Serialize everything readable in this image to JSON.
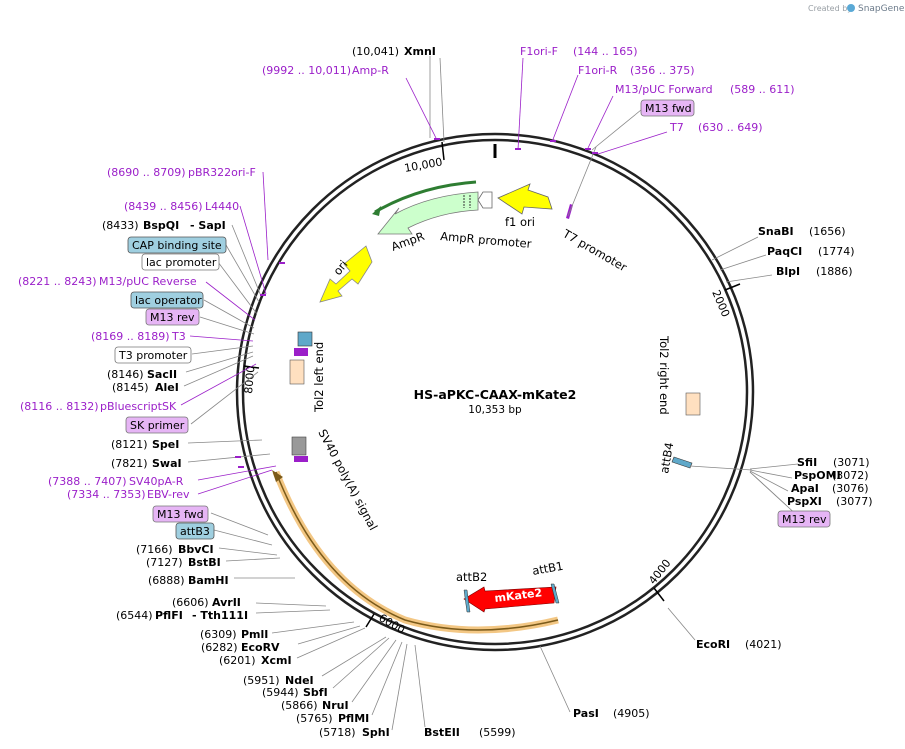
{
  "app": {
    "credit_prefix": "Created by",
    "credit_brand": "SnapGene"
  },
  "plasmid": {
    "name": "HS-aPKC-CAAX-mKate2",
    "size": "10,353 bp"
  },
  "ticks": [
    "10,000",
    "2000",
    "4000",
    "6000",
    "8000"
  ],
  "features": {
    "f1_ori": "f1 ori",
    "ampr_promoter": "AmpR promoter",
    "ampr": "AmpR",
    "ori": "ori",
    "t7_promoter": "T7 promoter",
    "tol2_left": "Tol2 left end",
    "tol2_right": "Tol2 right end",
    "attb4": "attB4",
    "sv40": "SV40 poly(A) signal",
    "attb2": "attB2",
    "attb1": "attB1",
    "mkate2": "mKate2"
  },
  "labels": {
    "xmni_pos": "(10,041)",
    "xmni": "XmnI",
    "ampr_r_pos": "(9992 .. 10,011)",
    "ampr_r": "Amp-R",
    "f1ori_f": "F1ori-F",
    "f1ori_f_pos": "(144 .. 165)",
    "f1ori_r": "F1ori-R",
    "f1ori_r_pos": "(356 .. 375)",
    "m13puc_f": "M13/pUC Forward",
    "m13puc_f_pos": "(589 .. 611)",
    "m13fwd_top": "M13 fwd",
    "t7": "T7",
    "t7_pos": "(630 .. 649)",
    "snabi": "SnaBI",
    "snabi_pos": "(1656)",
    "paqci": "PaqCI",
    "paqci_pos": "(1774)",
    "blpi": "BlpI",
    "blpi_pos": "(1886)",
    "sfii": "SfiI",
    "sfii_pos": "(3071)",
    "pspomi": "PspOMI",
    "pspomi_pos": "(3072)",
    "apai": "ApaI",
    "apai_pos": "(3076)",
    "pspxi": "PspXI",
    "pspxi_pos": "(3077)",
    "m13rev_right": "M13 rev",
    "ecori": "EcoRI",
    "ecori_pos": "(4021)",
    "pasi": "PasI",
    "pasi_pos": "(4905)",
    "bsteii": "BstEII",
    "bsteii_pos": "(5599)",
    "sphi": "SphI",
    "sphi_pos": "(5718)",
    "pflmi": "PflMI",
    "pflmi_pos": "(5765)",
    "nrui": "NruI",
    "nrui_pos": "(5866)",
    "sbfi": "SbfI",
    "sbfi_pos": "(5944)",
    "ndei": "NdeI",
    "ndei_pos": "(5951)",
    "xcmi": "XcmI",
    "xcmi_pos": "(6201)",
    "ecorv": "EcoRV",
    "ecorv_pos": "(6282)",
    "pmli": "PmlI",
    "pmli_pos": "(6309)",
    "pflfi": "PflFI",
    "pflfi_pos": "(6544)",
    "tth111i": "- Tth111I",
    "avrii": "AvrII",
    "avrii_pos": "(6606)",
    "bamhi": "BamHI",
    "bamhi_pos": "(6888)",
    "bstbi": "BstBI",
    "bstbi_pos": "(7127)",
    "bbvci": "BbvCI",
    "bbvci_pos": "(7166)",
    "attb3": "attB3",
    "m13fwd_left": "M13 fwd",
    "ebv_rev": "EBV-rev",
    "ebv_rev_pos": "(7334 .. 7353)",
    "sv40pa_r": "SV40pA-R",
    "sv40pa_r_pos": "(7388 .. 7407)",
    "swai": "SwaI",
    "swai_pos": "(7821)",
    "spei": "SpeI",
    "spei_pos": "(8121)",
    "sk_primer": "SK primer",
    "pbluescript": "pBluescriptSK",
    "pbluescript_pos": "(8116 .. 8132)",
    "alei": "AleI",
    "alei_pos": "(8145)",
    "sacii": "SacII",
    "sacii_pos": "(8146)",
    "t3_prom": "T3 promoter",
    "t3": "T3",
    "t3_pos": "(8169 .. 8189)",
    "m13rev_left": "M13 rev",
    "lac_operator": "lac operator",
    "m13puc_rev": "M13/pUC Reverse",
    "m13puc_rev_pos": "(8221 .. 8243)",
    "lac_promoter": "lac promoter",
    "cap_site": "CAP binding site",
    "bspqi": "BspQI",
    "bspqi_pos": "(8433)",
    "sapi": "- SapI",
    "l4440": "L4440",
    "l4440_pos": "(8439 .. 8456)",
    "pbr322": "pBR322ori-F",
    "pbr322_pos": "(8690 .. 8709)"
  },
  "colors": {
    "primer": "#9b1fc9",
    "primer_box": "#e6b5f5",
    "blue_box": "#9fcfe0",
    "ori": "#ffff00",
    "ampr": "#ccffcc",
    "mkate2": "#ff0000",
    "sv40": "#ffa500"
  }
}
